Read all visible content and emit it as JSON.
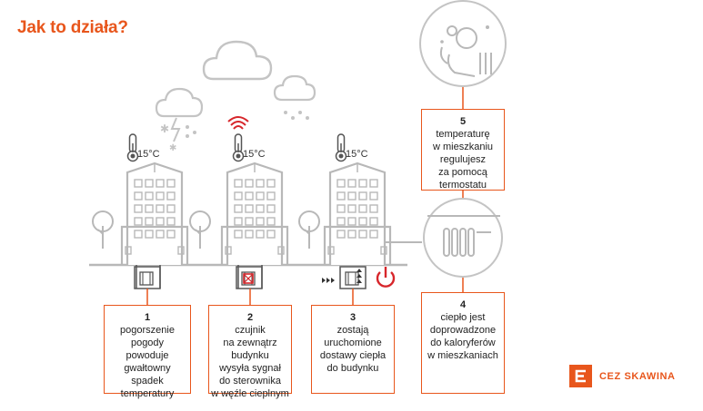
{
  "title": "Jak to działa?",
  "temperature_label": "15°C",
  "steps": [
    {
      "number": "1",
      "text": "pogorszenie\npogody\npowoduje\ngwałtowny\nspadek\ntemperatury"
    },
    {
      "number": "2",
      "text": "czujnik\nna zewnątrz\nbudynku\nwysyła sygnał\ndo sterownika\nw węźle cieplnym"
    },
    {
      "number": "3",
      "text": "zostają\nuruchomione\ndostawy ciepła\ndo budynku"
    },
    {
      "number": "4",
      "text": "ciepło jest\ndoprowadzone\ndo kaloryferów\nw mieszkaniach"
    },
    {
      "number": "5",
      "text": "temperaturę\nw mieszkaniu\nregulujesz\nza pomocą\ntermostatu"
    }
  ],
  "logo": {
    "text": "CEZ SKAWINA"
  },
  "colors": {
    "accent": "#e8561c",
    "line": "#b8b8b8",
    "alert": "#d7262b"
  }
}
